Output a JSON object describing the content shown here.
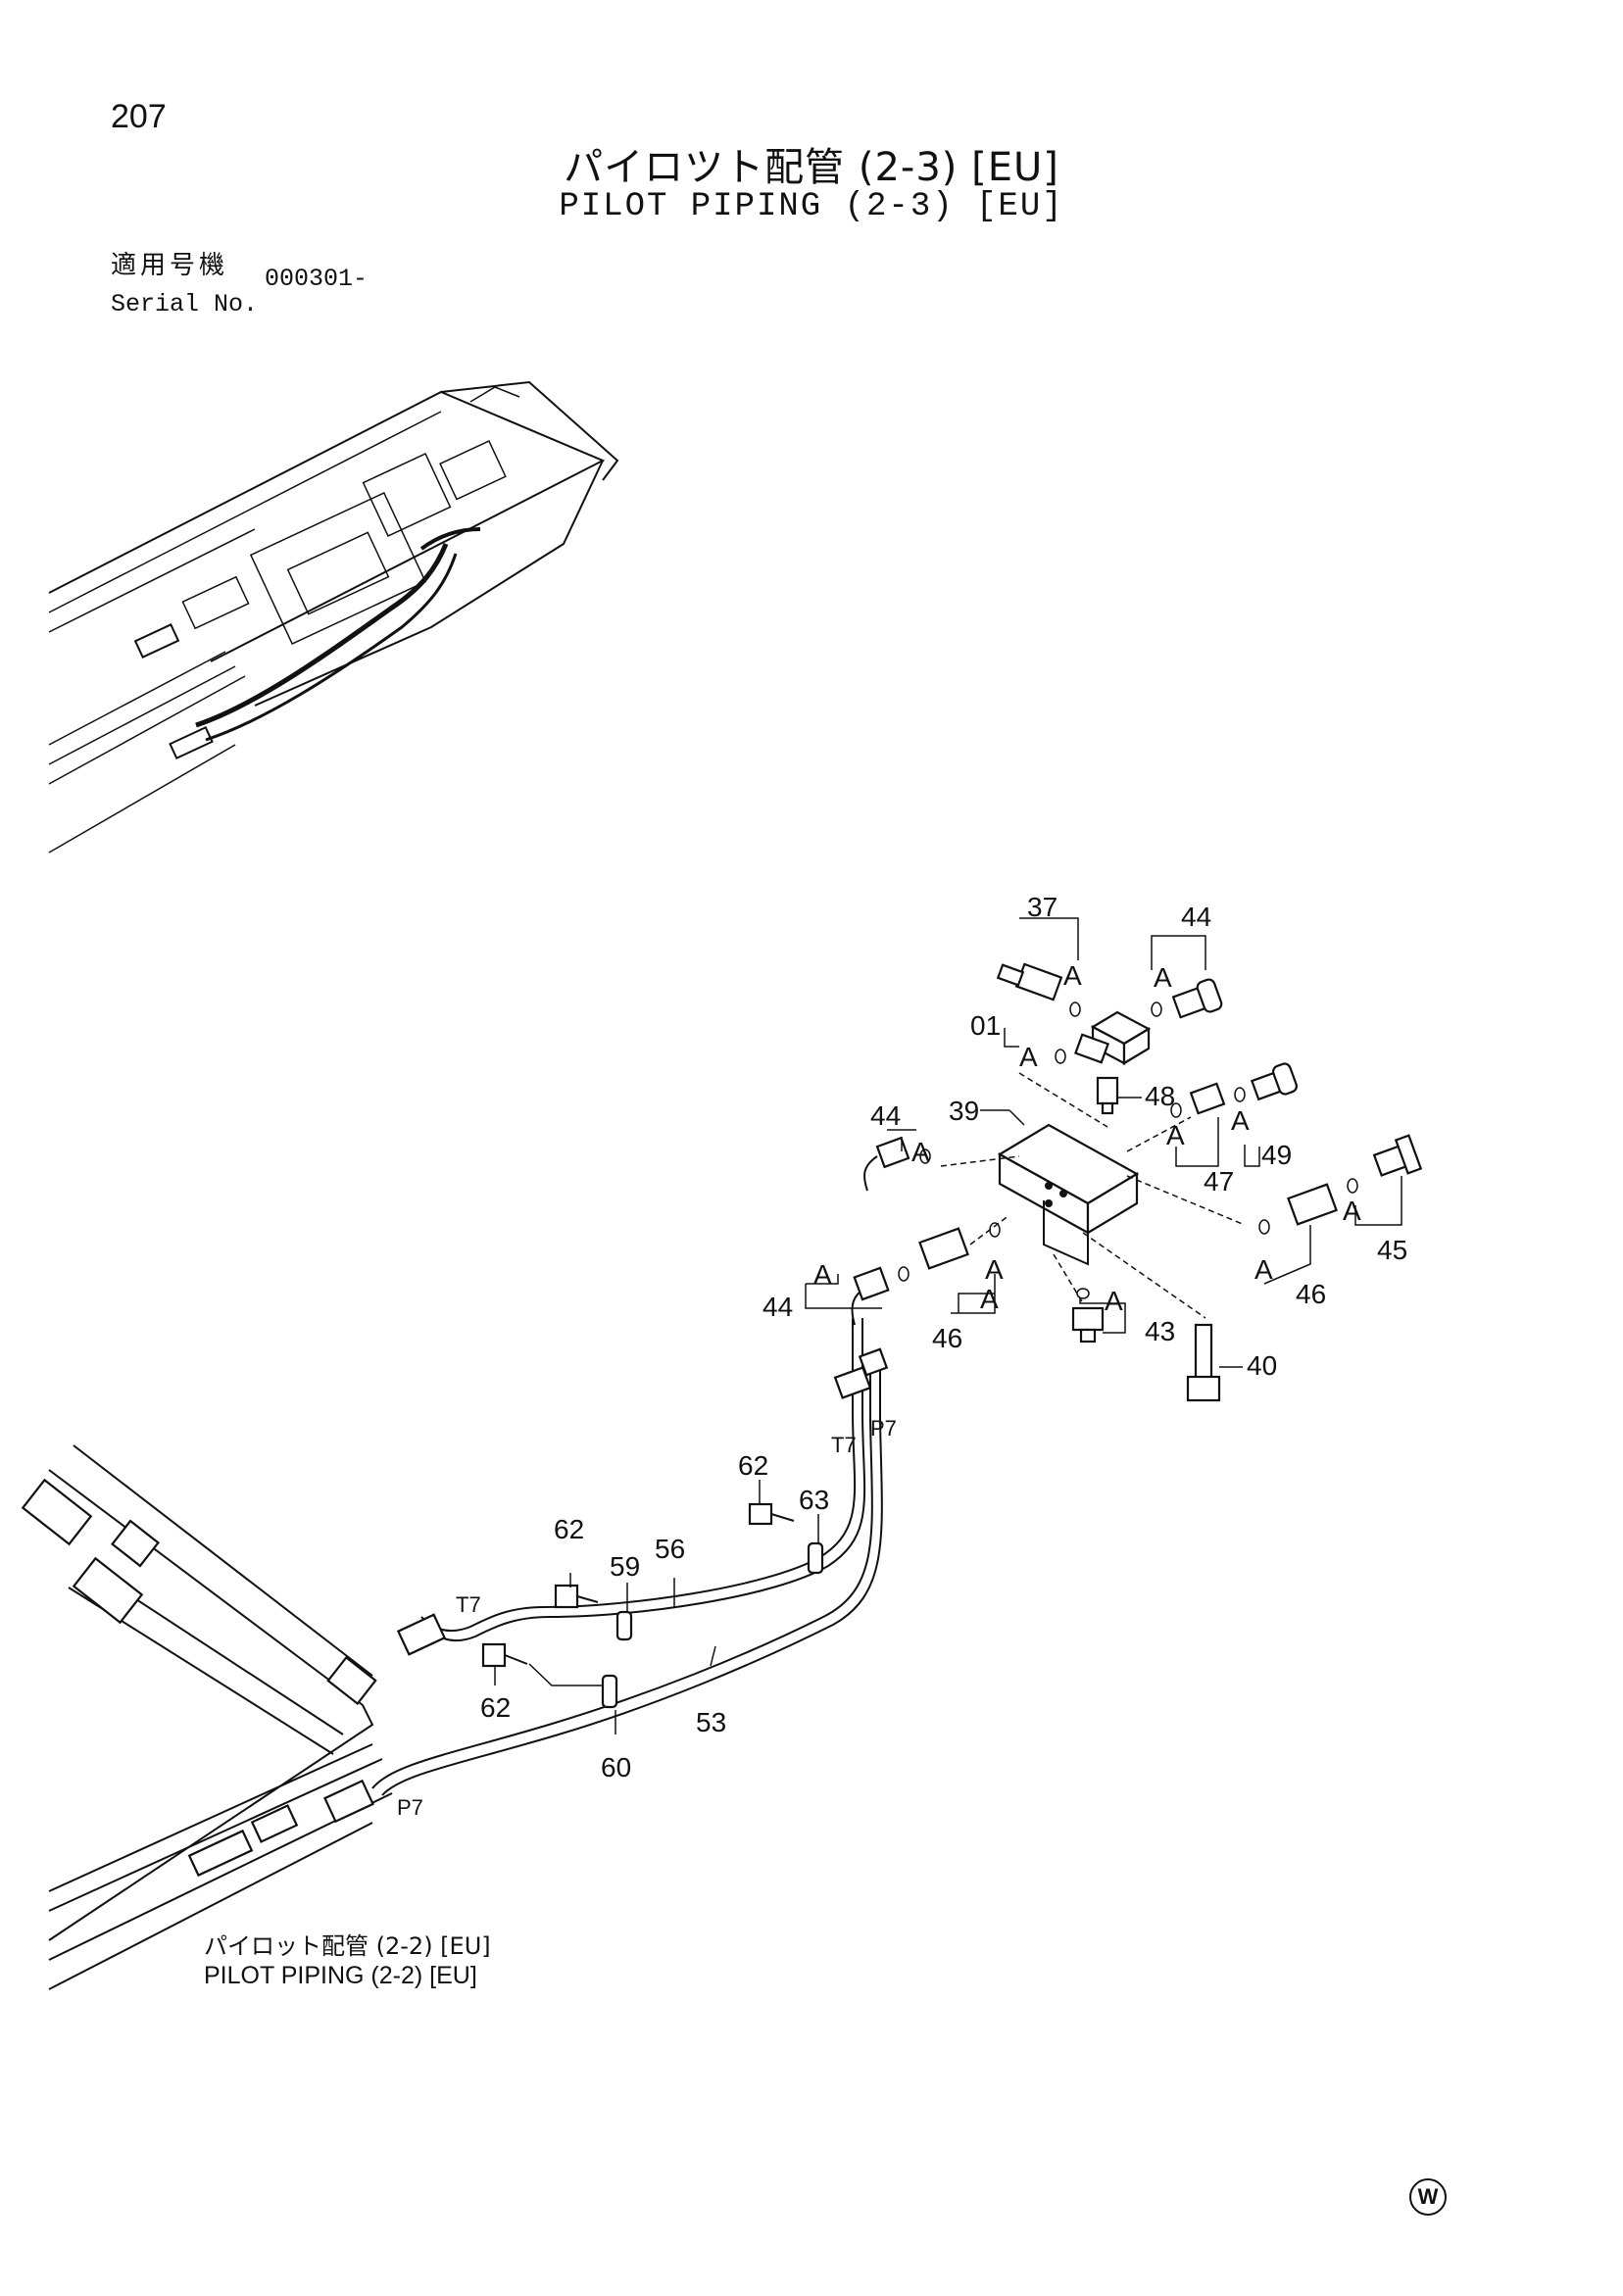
{
  "header": {
    "page_number": "207",
    "title_jp": "パイロツト配管 (2-3) [EU]",
    "title_en": "PILOT PIPING (2-3) [EU]",
    "serial_label_jp": "適用号機",
    "serial_label_en": "Serial No.",
    "serial_value": "000301-"
  },
  "callouts": {
    "c37": "37",
    "c44a": "44",
    "c01": "01",
    "c48": "48",
    "c39": "39",
    "c47": "47",
    "c49": "49",
    "c45": "45",
    "c44b": "44",
    "c44c": "44",
    "c46a": "46",
    "c46b": "46",
    "c43": "43",
    "c40": "40",
    "c62a": "62",
    "c63": "63",
    "c62b": "62",
    "c59": "59",
    "c56": "56",
    "c62c": "62",
    "c53": "53",
    "c60": "60"
  },
  "a_marks": {
    "a1": "A",
    "a2": "A",
    "a3": "A",
    "a4": "A",
    "a5": "A",
    "a6": "A",
    "a7": "A",
    "a8": "A",
    "a9": "A",
    "a10": "A",
    "a11": "A",
    "a12": "A"
  },
  "port_labels": {
    "t7_upper": "T7",
    "p7_upper": "P7",
    "t7_lower": "T7",
    "p7_lower": "P7"
  },
  "reference": {
    "ref_jp": "パイロット配管 (2-2) [EU]",
    "ref_en": "PILOT PIPING (2-2) [EU]"
  },
  "watermark": "W"
}
